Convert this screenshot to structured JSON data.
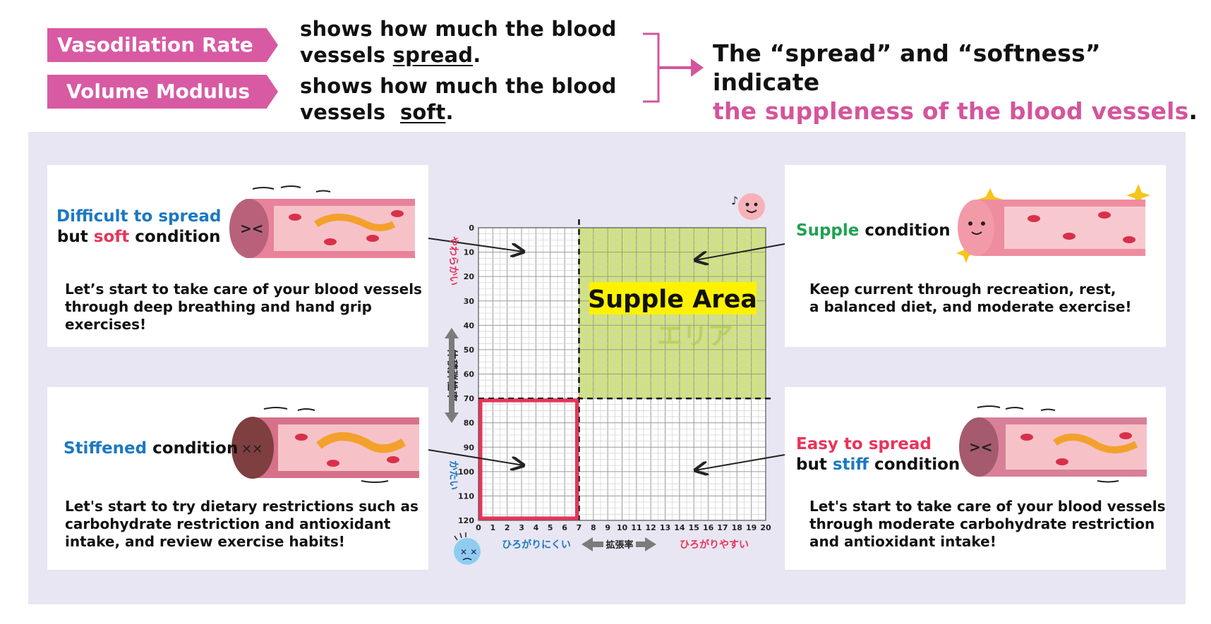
{
  "header": {
    "tag1": "Vasodilation Rate",
    "desc1_line1": "shows how much the blood",
    "desc1_line2_pre": "vessels ",
    "desc1_line2_word": "spread",
    "desc1_line2_post": ".",
    "tag2": "Volume Modulus",
    "desc2_line1": "shows how much the blood",
    "desc2_line2_pre": "vessels  ",
    "desc2_line2_word": "soft",
    "desc2_line2_post": ".",
    "summary_line1": "The “spread” and “softness” indicate",
    "summary_line2_pink": "the suppleness of the blood vessels",
    "summary_line2_end": "."
  },
  "cards": {
    "top_left": {
      "title_a": "Difficult to spread",
      "title_b_pre": "but ",
      "title_b_color": "soft",
      "title_b_post": " condition",
      "advice": [
        "Let’s start to take care of your blood vessels",
        "through deep breathing and hand grip",
        "exercises!"
      ]
    },
    "top_right": {
      "title_color": "Supple",
      "title_post": " condition",
      "advice": [
        "Keep current through recreation, rest,",
        "a balanced diet, and moderate exercise!"
      ]
    },
    "bottom_left": {
      "title_color": "Stiffened",
      "title_post": " condition",
      "advice": [
        "Let's start to try dietary restrictions such as",
        "carbohydrate restriction and antioxidant",
        "intake, and review exercise habits!"
      ]
    },
    "bottom_right": {
      "title_a": "Easy to spread",
      "title_b_pre": "but ",
      "title_b_color": "stiff",
      "title_b_post": " condition",
      "advice": [
        "Let's start to take care of your blood vessels",
        "through moderate carbohydrate restriction",
        "and antioxidant intake!"
      ]
    }
  },
  "chart_data": {
    "type": "quadrant-grid",
    "x_ticks": [
      "0",
      "1",
      "2",
      "3",
      "4",
      "5",
      "6",
      "7",
      "8",
      "9",
      "10",
      "11",
      "12",
      "13",
      "14",
      "15",
      "16",
      "17",
      "18",
      "19",
      "20"
    ],
    "y_ticks": [
      "0",
      "10",
      "20",
      "30",
      "40",
      "50",
      "60",
      "70",
      "80",
      "90",
      "100",
      "110",
      "120"
    ],
    "xlim": [
      0,
      20
    ],
    "ylim": [
      0,
      120
    ],
    "x_threshold": 7,
    "y_threshold": 70,
    "supple_area_label": "Supple Area",
    "supple_area_faint": "エリア",
    "x_axis_label": "拡張率",
    "x_left_label": "ひろがりにくい",
    "x_right_label": "ひろがりやすい",
    "y_axis_label": "体積弾性率",
    "y_top_label": "やわらかい",
    "y_bottom_label": "かたい",
    "colors": {
      "supple_fill": "#c8dd6a",
      "stiff_border": "#e8345a",
      "highlight": "#fff200"
    }
  }
}
